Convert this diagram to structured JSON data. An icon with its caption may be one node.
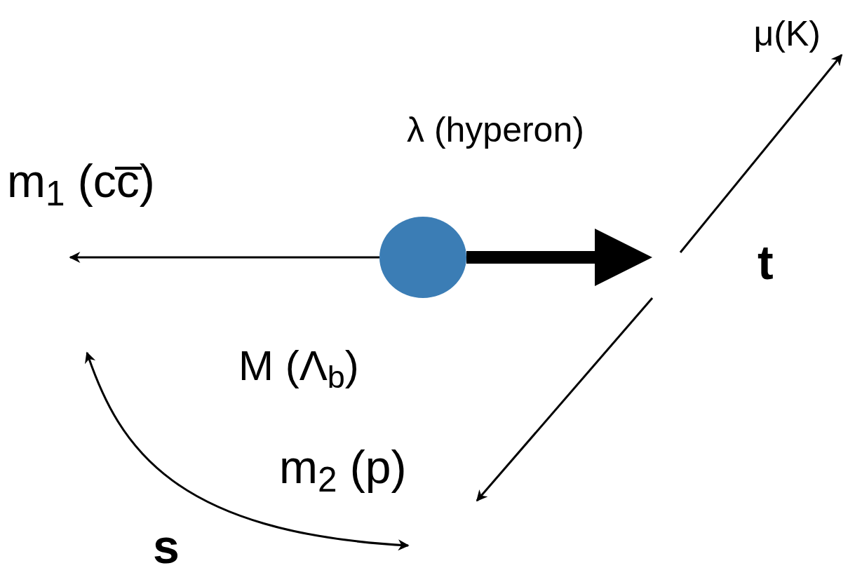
{
  "diagram": {
    "nodes": [
      {
        "text": [],
        "shape": "circle"
      },
      {
        "text": [
          "μ(K)"
        ]
      },
      {
        "text": [
          "m$_{2}$ (p)"
        ]
      }
    ],
    "edges": [
      {
        "from": 0,
        "to": null,
        "arrow": "to"
      },
      {
        "from": 0,
        "to": null,
        "arrow": "to",
        "style": "thick"
      },
      {
        "from": null,
        "to": 1,
        "arrow": "to"
      },
      {
        "from": null,
        "to": 2,
        "arrow": "to"
      }
    ],
    "labels": [
      "m$_{1}$ (cc̅)",
      "λ (hyperon)",
      "t",
      "M (Λ$_{b}$)",
      "s"
    ]
  }
}
